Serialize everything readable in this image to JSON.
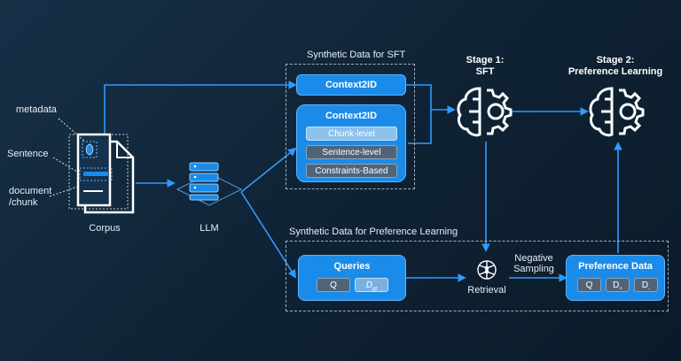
{
  "corpus": {
    "metadata_label": "metadata",
    "sentence_label": "Sentence",
    "document_label": "document\n/chunk",
    "caption": "Corpus"
  },
  "llm": {
    "caption": "LLM"
  },
  "sft_group": {
    "title": "Synthetic Data for SFT",
    "context2id_top": "Context2ID",
    "context2id_main": "Context2ID",
    "items": [
      "Chunk-level",
      "Sentence-level",
      "Constraints-Based"
    ]
  },
  "stage1": {
    "title": "Stage 1:\nSFT"
  },
  "stage2": {
    "title": "Stage 2:\nPreference Learning"
  },
  "pref_group": {
    "title": "Synthetic Data for Preference Learning",
    "queries": {
      "title": "Queries",
      "q": "Q",
      "d": "D",
      "d_sub": "gt"
    },
    "retrieval": "Retrieval",
    "negative_sampling": "Negative\nSampling",
    "preference": {
      "title": "Preference Data",
      "q": "Q",
      "d1": "D",
      "d1_sub": "+",
      "d2": "D",
      "d2_sub": "-"
    }
  },
  "colors": {
    "accent": "#1a8be8",
    "line": "#2f9bff",
    "background": "#112638"
  }
}
